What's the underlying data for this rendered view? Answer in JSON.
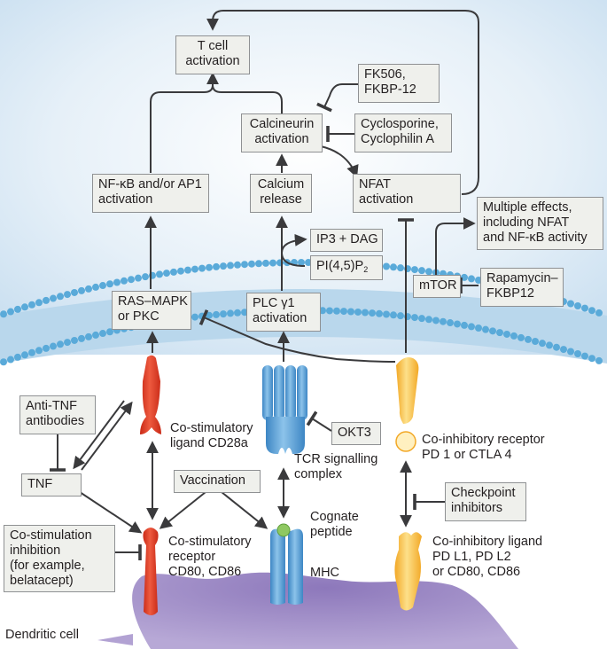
{
  "boxes": {
    "t_cell": [
      "T cell",
      "activation"
    ],
    "fk506": [
      "FK506,",
      "FKBP-12"
    ],
    "calcineurin": [
      "Calcineurin",
      "activation"
    ],
    "cyclosporine": [
      "Cyclosporine,",
      "Cyclophilin A"
    ],
    "nfkb": [
      "NF-κB and/or AP1",
      "activation"
    ],
    "calcium": [
      "Calcium",
      "release"
    ],
    "nfat": [
      "NFAT",
      "activation"
    ],
    "multiple": [
      "Multiple effects,",
      "including NFAT",
      "and NF-κB activity"
    ],
    "ip3": "IP3 + DAG",
    "pip2": {
      "text": "PI(4,5)P",
      "sub": "2"
    },
    "mtor": "mTOR",
    "rapamycin": [
      "Rapamycin–",
      "FKBP12"
    ],
    "ras": [
      "RAS–MAPK",
      "or PKC"
    ],
    "plc": [
      "PLC γ1",
      "activation"
    ],
    "anti_tnf": [
      "Anti-TNF",
      "antibodies"
    ],
    "okt3": "OKT3",
    "tnf": "TNF",
    "vaccination": "Vaccination",
    "checkpoint": [
      "Checkpoint",
      "inhibitors"
    ],
    "costim_inhib": [
      "Co-stimulation",
      "inhibition",
      "(for example,",
      "belatacept)"
    ]
  },
  "labels": {
    "cd28": [
      "Co-stimulatory",
      "ligand CD28a"
    ],
    "pd1": [
      "Co-inhibitory receptor",
      "PD 1 or CTLA 4"
    ],
    "tcr": [
      "TCR signalling",
      "complex"
    ],
    "cognate": [
      "Cognate",
      "peptide"
    ],
    "cd80": [
      "Co-stimulatory",
      "receptor",
      "CD80, CD86"
    ],
    "mhc": "MHC",
    "pdl1": [
      "Co-inhibitory ligand",
      "PD L1, PD L2",
      "or CD80, CD86"
    ],
    "dendritic": "Dendritic cell"
  },
  "colors": {
    "background_top": "#c9dff0",
    "membrane_head": "#5aaad9",
    "membrane_tail": "#b9d7ec",
    "box_fill": "#eff0ec",
    "arrow": "#3a3a3c",
    "cd28": "#e03b26",
    "pd1": "#f8c13b",
    "tcr": "#5a9fd4",
    "dendritic_cell": "#a795c8",
    "peptide": "#8fc861"
  }
}
